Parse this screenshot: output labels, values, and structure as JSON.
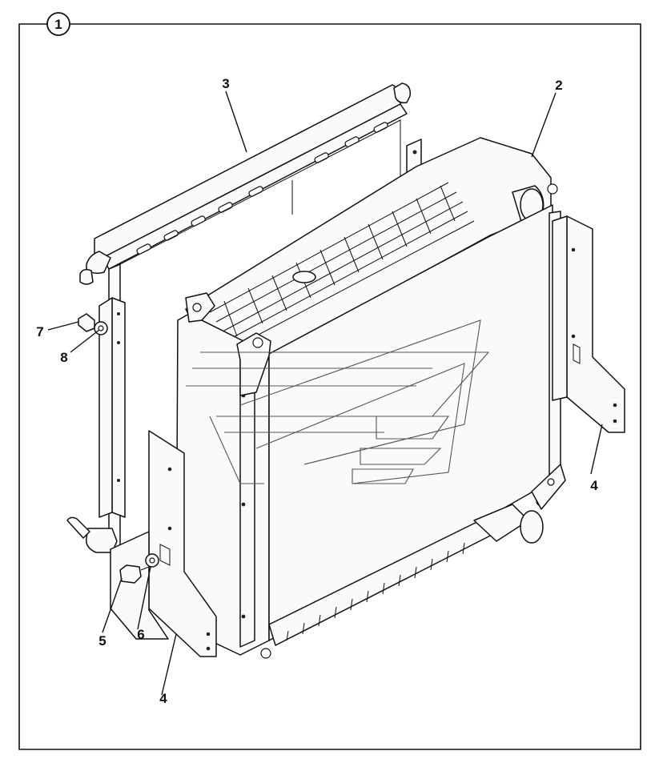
{
  "diagram": {
    "assembly_callout": "1",
    "callouts": [
      {
        "id": "callout-3",
        "label": "3"
      },
      {
        "id": "callout-2",
        "label": "2"
      },
      {
        "id": "callout-7",
        "label": "7"
      },
      {
        "id": "callout-8",
        "label": "8"
      },
      {
        "id": "callout-4-right",
        "label": "4"
      },
      {
        "id": "callout-5",
        "label": "5"
      },
      {
        "id": "callout-6",
        "label": "6"
      },
      {
        "id": "callout-4-left",
        "label": "4"
      }
    ],
    "parts": [
      {
        "name": "radiator-core",
        "icon": "radiator-icon"
      },
      {
        "name": "charge-air-cooler",
        "icon": "cooler-icon"
      },
      {
        "name": "mounting-bracket",
        "icon": "bracket-icon"
      },
      {
        "name": "bolt",
        "icon": "bolt-icon"
      },
      {
        "name": "washer",
        "icon": "washer-icon"
      }
    ],
    "colors": {
      "line": "#111111",
      "background": "#ffffff",
      "watermark": "#555555"
    }
  }
}
